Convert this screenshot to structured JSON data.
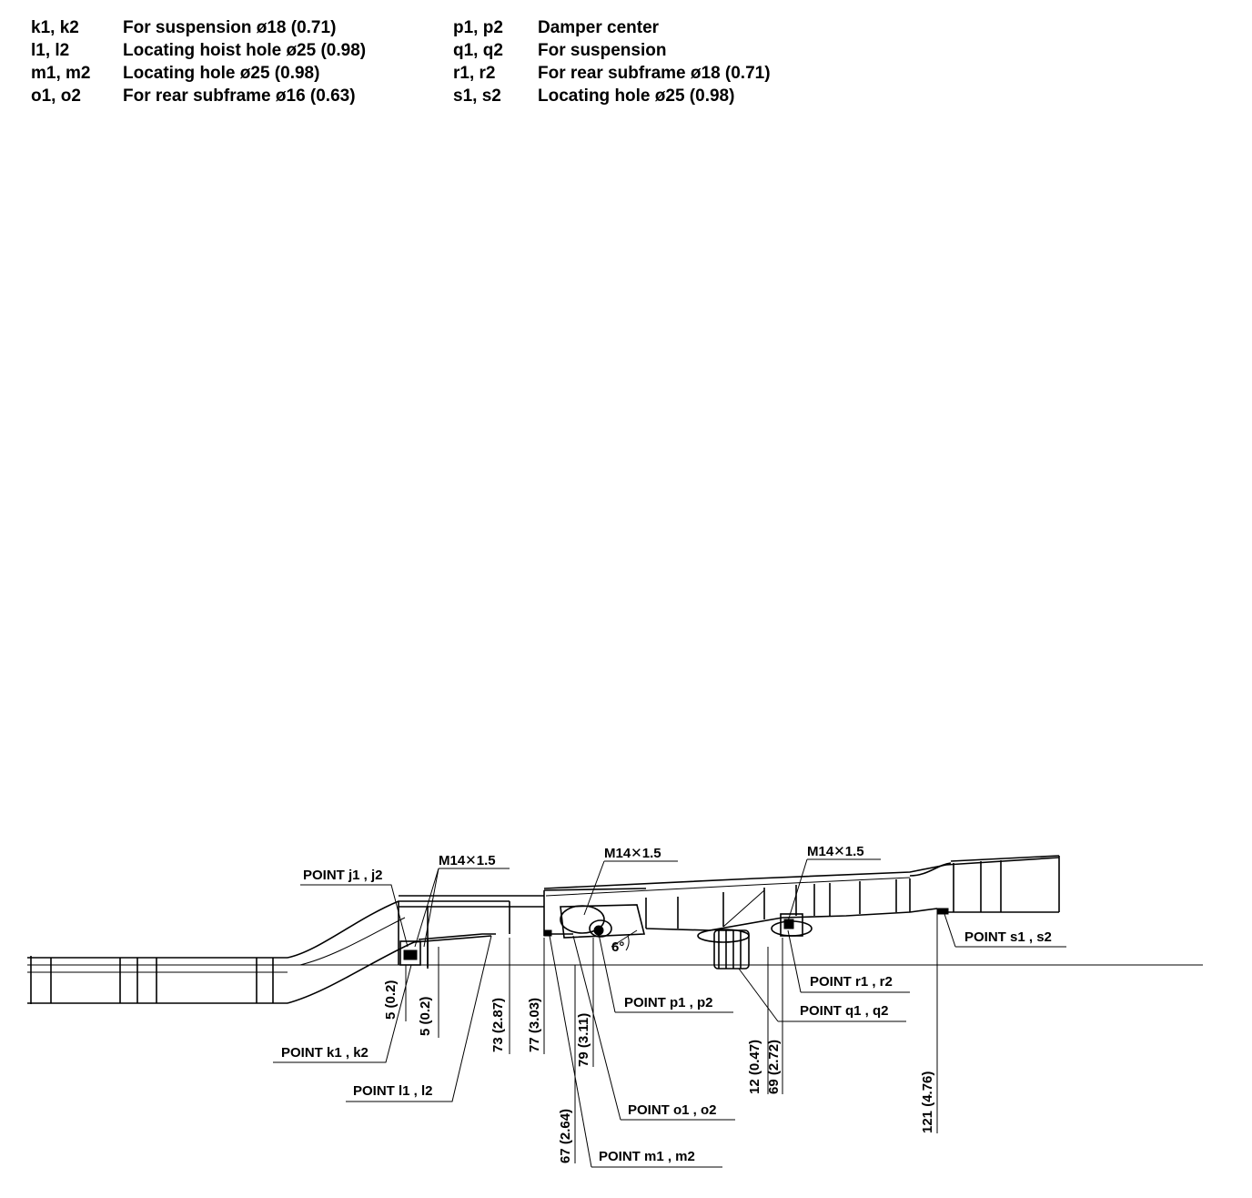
{
  "legend": {
    "left": [
      {
        "code": "k1, k2",
        "desc": "For suspension ø18 (0.71)"
      },
      {
        "code": "l1, l2",
        "desc": "Locating hoist hole ø25 (0.98)"
      },
      {
        "code": "m1, m2",
        "desc": "Locating hole ø25 (0.98)"
      },
      {
        "code": "o1, o2",
        "desc": "For rear subframe ø16 (0.63)"
      }
    ],
    "right": [
      {
        "code": "p1, p2",
        "desc": "Damper center"
      },
      {
        "code": "q1, q2",
        "desc": "For suspension"
      },
      {
        "code": "r1, r2",
        "desc": "For rear subframe ø18 (0.71)"
      },
      {
        "code": "s1, s2",
        "desc": "Locating hole ø25 (0.98)"
      }
    ]
  },
  "callouts": {
    "j": "POINT j1 , j2",
    "k": "POINT k1 , k2",
    "l": "POINT l1 , l2",
    "m": "POINT m1 , m2",
    "o": "POINT o1 , o2",
    "p": "POINT p1 , p2",
    "q": "POINT q1 , q2",
    "r": "POINT r1 , r2",
    "s": "POINT s1 , s2"
  },
  "threads": {
    "t1": "M14✕1.5",
    "t2": "M14✕1.5",
    "t3": "M14✕1.5"
  },
  "angle": "6°",
  "dimensions": {
    "d1": "5 (0.2)",
    "d2": "5 (0.2)",
    "d3": "73 (2.87)",
    "d4": "77 (3.03)",
    "d5": "79 (3.11)",
    "d6": "67 (2.64)",
    "d7": "12 (0.47)",
    "d8": "69 (2.72)",
    "d9": "121 (4.76)"
  }
}
